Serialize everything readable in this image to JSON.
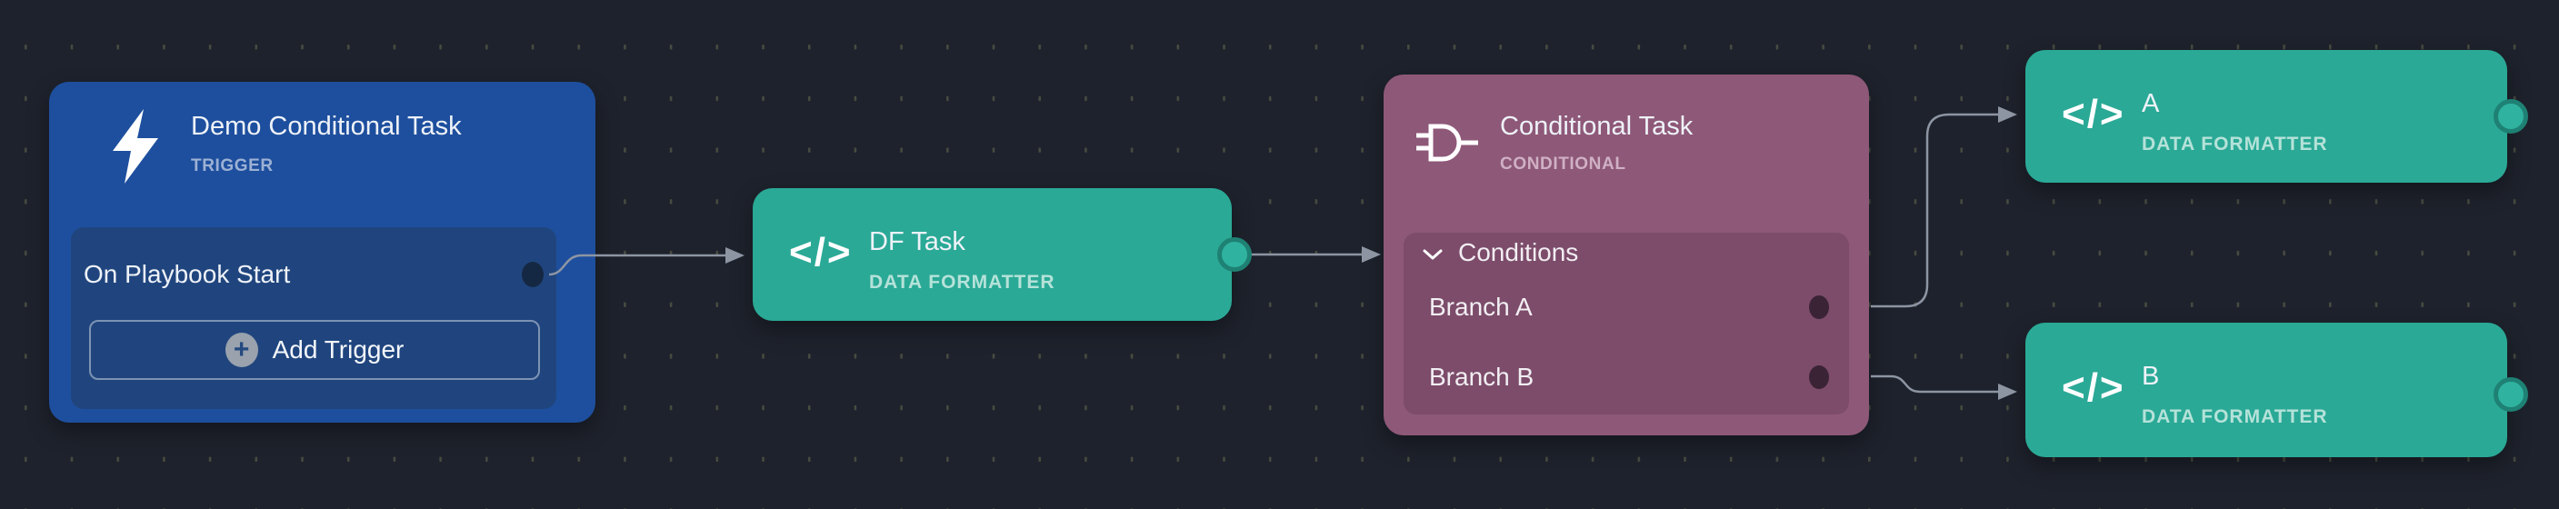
{
  "app": {
    "name": "playbook-workflow-canvas"
  },
  "colors": {
    "background": "#1e222c",
    "grid_dash": "#474b40",
    "trigger_node": "#1e4f9e",
    "trigger_panel": "#20457e",
    "trigger_type_text": "#9db1d4",
    "formatter_node": "#2aa996",
    "formatter_type_text": "#b5e2d9",
    "conditional_node": "#8e5878",
    "conditional_panel": "#7c4c6a",
    "conditional_type_text": "#cfb0c4",
    "connector": "#8d95a3",
    "dark_port": "#152843",
    "branch_port": "#3b2336",
    "teal_port_fill": "#2fb3a0",
    "teal_port_ring": "#1e8174"
  },
  "nodes": {
    "trigger": {
      "title": "Demo Conditional Task",
      "type_label": "TRIGGER",
      "icon": "lightning-icon",
      "start_row_label": "On Playbook Start",
      "add_trigger_label": "Add Trigger"
    },
    "df_task": {
      "title": "DF Task",
      "type_label": "DATA FORMATTER",
      "icon": "code-icon",
      "icon_glyph": "</>"
    },
    "conditional": {
      "title": "Conditional Task",
      "type_label": "CONDITIONAL",
      "icon": "logic-gate-icon",
      "conditions_label": "Conditions",
      "branch_a_label": "Branch A",
      "branch_b_label": "Branch B"
    },
    "formatter_a": {
      "title": "A",
      "type_label": "DATA FORMATTER",
      "icon": "code-icon",
      "icon_glyph": "</>"
    },
    "formatter_b": {
      "title": "B",
      "type_label": "DATA FORMATTER",
      "icon": "code-icon",
      "icon_glyph": "</>"
    }
  },
  "edges": [
    {
      "from": "On Playbook Start",
      "to": "DF Task"
    },
    {
      "from": "DF Task",
      "to": "Conditional Task"
    },
    {
      "from": "Branch A",
      "to": "A"
    },
    {
      "from": "Branch B",
      "to": "B"
    }
  ]
}
